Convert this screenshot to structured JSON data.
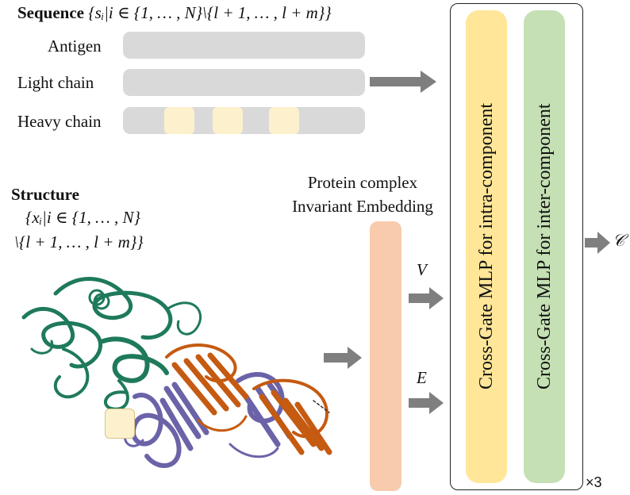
{
  "sequence": {
    "heading": "Sequence",
    "set_notation": "{sᵢ|i ∈ {1, … , N}\\{l + 1, … , l + m}}",
    "rows": [
      {
        "label": "Antigen"
      },
      {
        "label": "Light chain"
      },
      {
        "label": "Heavy chain"
      }
    ]
  },
  "structure": {
    "heading": "Structure",
    "set_line1": "{xᵢ|i ∈ {1, … , N}",
    "set_line2": "\\{l + 1, … , l + m}}"
  },
  "embedding": {
    "line1": "Protein complex",
    "line2": "Invariant Embedding",
    "v_label": "V",
    "e_label": "E"
  },
  "mlp": {
    "intra": "Cross-Gate MLP for intra-component",
    "inter": "Cross-Gate MLP for inter-component",
    "repeat": "×3"
  },
  "output": {
    "symbol": "𝒞"
  },
  "colors": {
    "gray_bar": "#d9d9d9",
    "mask": "#fdf0cc",
    "embedding": "#f8cbad",
    "intra": "#ffe699",
    "inter": "#c5e0b4",
    "arrow": "#7f7f7f",
    "antigen": "#1e7a5a",
    "light": "#6b63a8",
    "heavy": "#c55a11"
  }
}
